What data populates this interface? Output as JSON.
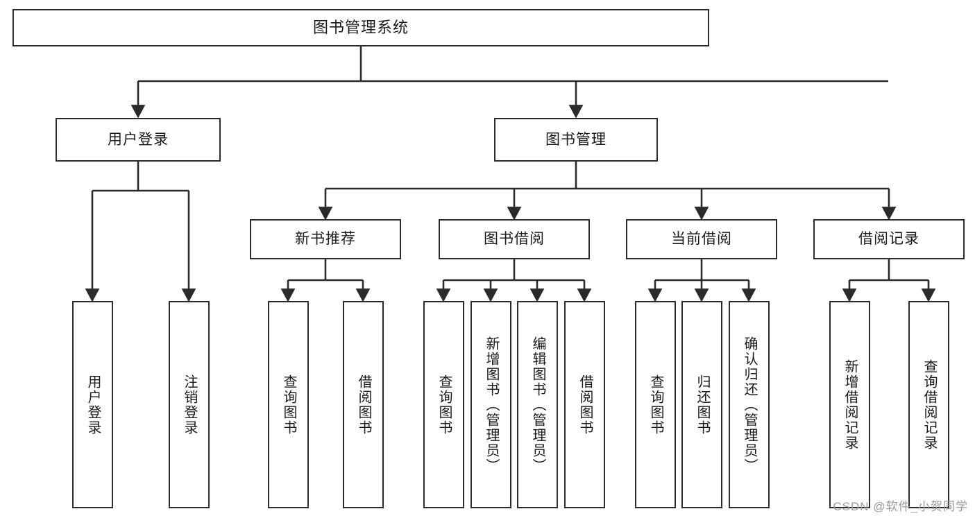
{
  "diagram": {
    "type": "tree-hierarchy",
    "title": "图书管理系统",
    "orientation": "top-down",
    "colors": {
      "box_border": "#2b2b2b",
      "box_fill": "#ffffff",
      "connector": "#2b2b2b",
      "text": "#1a1a1a",
      "watermark": "#9a9a9a",
      "background": "#ffffff"
    }
  },
  "root": {
    "label": "图书管理系统"
  },
  "level2": [
    {
      "label": "用户登录"
    },
    {
      "label": "图书管理"
    }
  ],
  "level3": [
    {
      "label": "新书推荐"
    },
    {
      "label": "图书借阅"
    },
    {
      "label": "当前借阅"
    },
    {
      "label": "借阅记录"
    }
  ],
  "leaves": {
    "user_login": [
      {
        "label": "用户登录"
      },
      {
        "label": "注销登录"
      }
    ],
    "new_book_recommend": [
      {
        "label": "查询图书"
      },
      {
        "label": "借阅图书"
      }
    ],
    "book_borrow": [
      {
        "label": "查询图书"
      },
      {
        "label": "新增图书（管理员）"
      },
      {
        "label": "编辑图书（管理员）"
      },
      {
        "label": "借阅图书"
      }
    ],
    "current_borrow": [
      {
        "label": "查询图书"
      },
      {
        "label": "归还图书"
      },
      {
        "label": "确认归还（管理员）"
      }
    ],
    "borrow_record": [
      {
        "label": "新增借阅记录"
      },
      {
        "label": "查询借阅记录"
      }
    ]
  },
  "watermark": {
    "text": "CSDN @软件_小贺同学"
  }
}
